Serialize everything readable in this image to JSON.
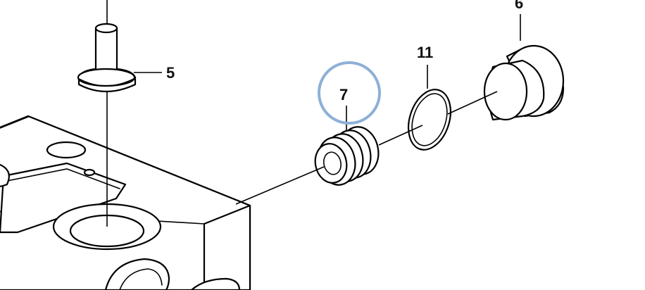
{
  "callouts": {
    "part_5": "5",
    "part_6": "6",
    "part_7": "7",
    "part_11": "11"
  },
  "highlighted_callout": "7",
  "colors": {
    "line": "#000000",
    "highlight_ring": "#8eb0d6",
    "background": "#ffffff"
  }
}
